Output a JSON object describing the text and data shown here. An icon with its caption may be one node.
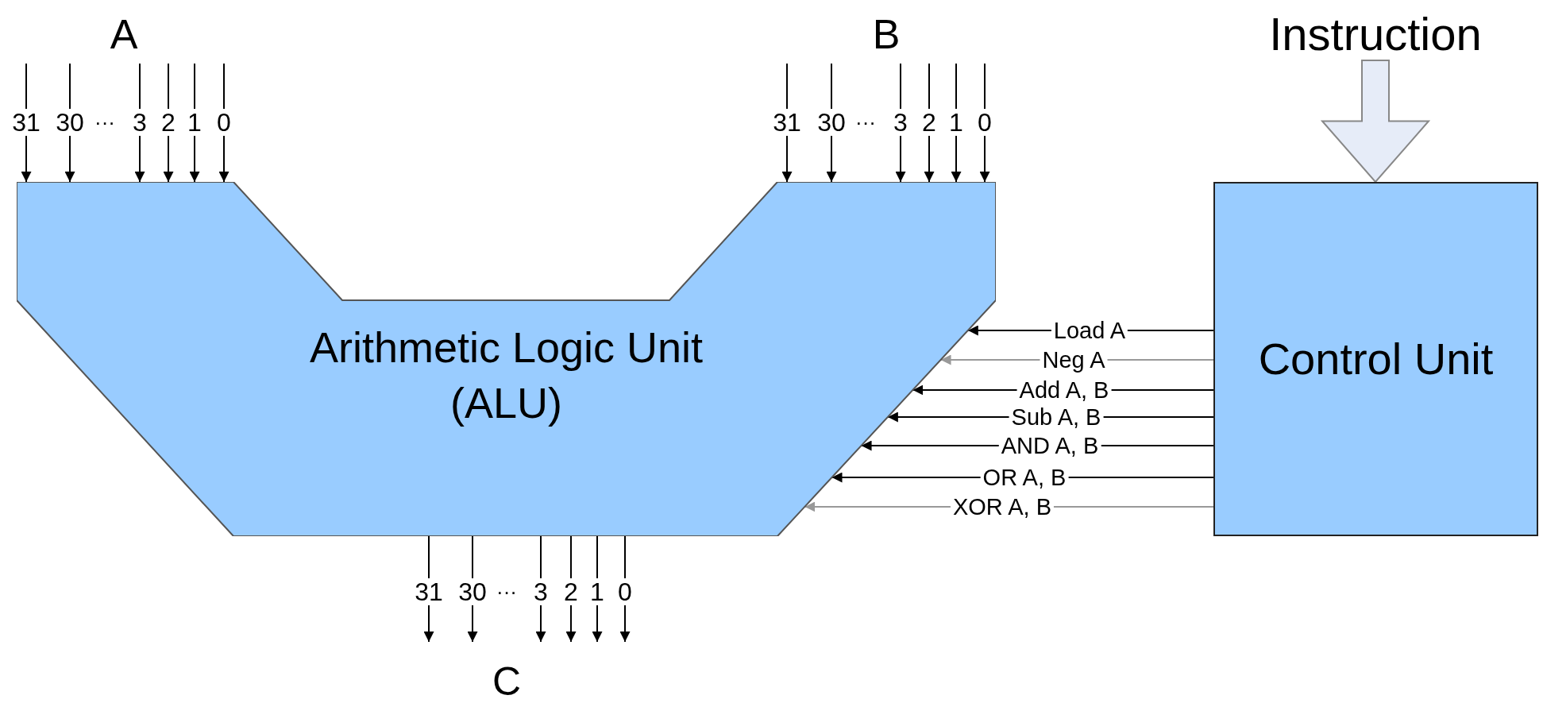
{
  "diagram": {
    "nodes": [
      {
        "text": [
          "Arithmetic Logic Unit (ALU)"
        ]
      },
      {
        "text": [
          "Control Unit"
        ]
      },
      {
        "text": [
          "Instruction"
        ]
      }
    ],
    "edges": [
      {
        "from": null,
        "to": 0,
        "arrow": "to",
        "label": "31"
      },
      {
        "from": null,
        "to": 0,
        "arrow": "to",
        "label": "30"
      },
      {
        "from": null,
        "to": 0,
        "arrow": "to",
        "label": "3"
      },
      {
        "from": null,
        "to": 0,
        "arrow": "to",
        "label": "2"
      },
      {
        "from": null,
        "to": 0,
        "arrow": "to",
        "label": "1"
      },
      {
        "from": null,
        "to": 0,
        "arrow": "to",
        "label": "0"
      },
      {
        "from": null,
        "to": 0,
        "arrow": "to",
        "label": "31"
      },
      {
        "from": null,
        "to": 0,
        "arrow": "to",
        "label": "30"
      },
      {
        "from": null,
        "to": 0,
        "arrow": "to",
        "label": "3"
      },
      {
        "from": null,
        "to": 0,
        "arrow": "to",
        "label": "2"
      },
      {
        "from": null,
        "to": 0,
        "arrow": "to",
        "label": "1"
      },
      {
        "from": null,
        "to": 0,
        "arrow": "to",
        "label": "0"
      },
      {
        "from": 2,
        "to": 1,
        "arrow": "to",
        "style": "thick"
      },
      {
        "from": 1,
        "to": 0,
        "arrow": "to",
        "label": "Load A"
      },
      {
        "from": 1,
        "to": 0,
        "arrow": "to",
        "label": "Neg A",
        "color": "#999999"
      },
      {
        "from": 1,
        "to": 0,
        "arrow": "to",
        "label": "Add A, B"
      },
      {
        "from": 1,
        "to": 0,
        "arrow": "to",
        "label": "Sub A, B"
      },
      {
        "from": 1,
        "to": 0,
        "arrow": "to",
        "label": "AND A, B"
      },
      {
        "from": 1,
        "to": 0,
        "arrow": "to",
        "label": "OR A, B"
      },
      {
        "from": 1,
        "to": 0,
        "arrow": "to",
        "label": "XOR A, B",
        "color": "#999999"
      },
      {
        "from": 0,
        "to": null,
        "arrow": "to",
        "label": "31"
      },
      {
        "from": 0,
        "to": null,
        "arrow": "to",
        "label": "30"
      },
      {
        "from": 0,
        "to": null,
        "arrow": "to",
        "label": "3"
      },
      {
        "from": 0,
        "to": null,
        "arrow": "to",
        "label": "2"
      },
      {
        "from": 0,
        "to": null,
        "arrow": "to",
        "label": "1"
      },
      {
        "from": 0,
        "to": null,
        "arrow": "to",
        "label": "0"
      }
    ],
    "labels": [
      "A",
      "···",
      "B",
      "···",
      "···",
      "C"
    ]
  }
}
